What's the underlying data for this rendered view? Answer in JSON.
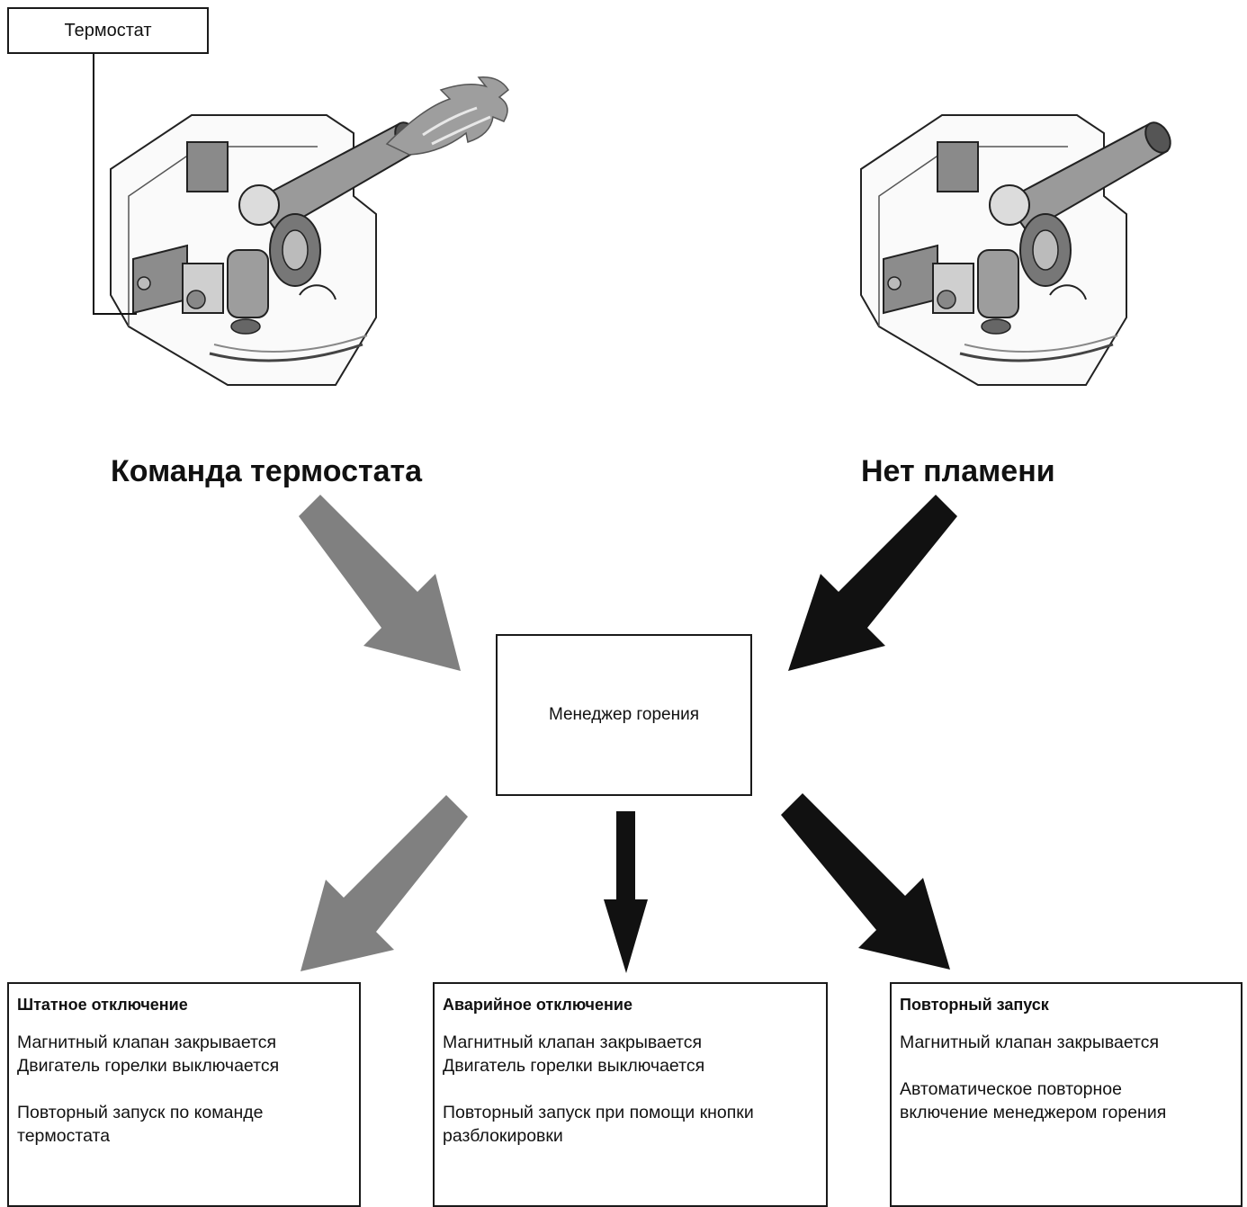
{
  "thermostat": {
    "label": "Термостат"
  },
  "inputs": {
    "thermostat_command": "Команда термостата",
    "no_flame": "Нет пламени"
  },
  "manager": {
    "label": "Менеджер горения"
  },
  "outcomes": [
    {
      "title": "Штатное отключение",
      "lines": [
        "Магнитный клапан закрывается",
        "Двигатель горелки выключается"
      ],
      "note": "Повторный запуск по команде термостата"
    },
    {
      "title": "Аварийное отключение",
      "lines": [
        "Магнитный клапан закрывается",
        "Двигатель горелки выключается"
      ],
      "note": "Повторный запуск при помощи кнопки разблокировки"
    },
    {
      "title": "Повторный запуск",
      "lines": [
        "Магнитный клапан закрывается"
      ],
      "note": "Автоматическое повторное включение менеджером горения"
    }
  ],
  "colors": {
    "gray_arrow": "#808080",
    "black_arrow": "#111111"
  },
  "icons": [
    "burner-with-flame-illustration",
    "burner-without-flame-illustration"
  ]
}
